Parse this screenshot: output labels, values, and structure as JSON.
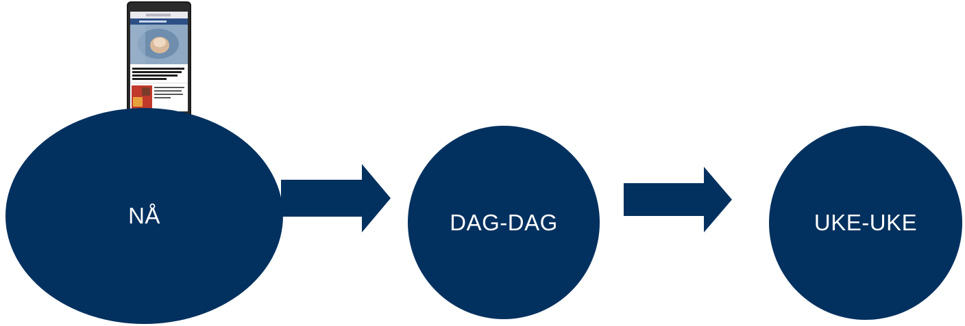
{
  "colors": {
    "node_fill": "#03315F",
    "arrow_fill": "#03315F",
    "text": "#FFFFFF"
  },
  "nodes": [
    {
      "label": "NÅ"
    },
    {
      "label": "DAG-DAG"
    },
    {
      "label": "UKE-UKE"
    }
  ],
  "phone": {
    "icon": "smartphone-news-app-icon"
  }
}
